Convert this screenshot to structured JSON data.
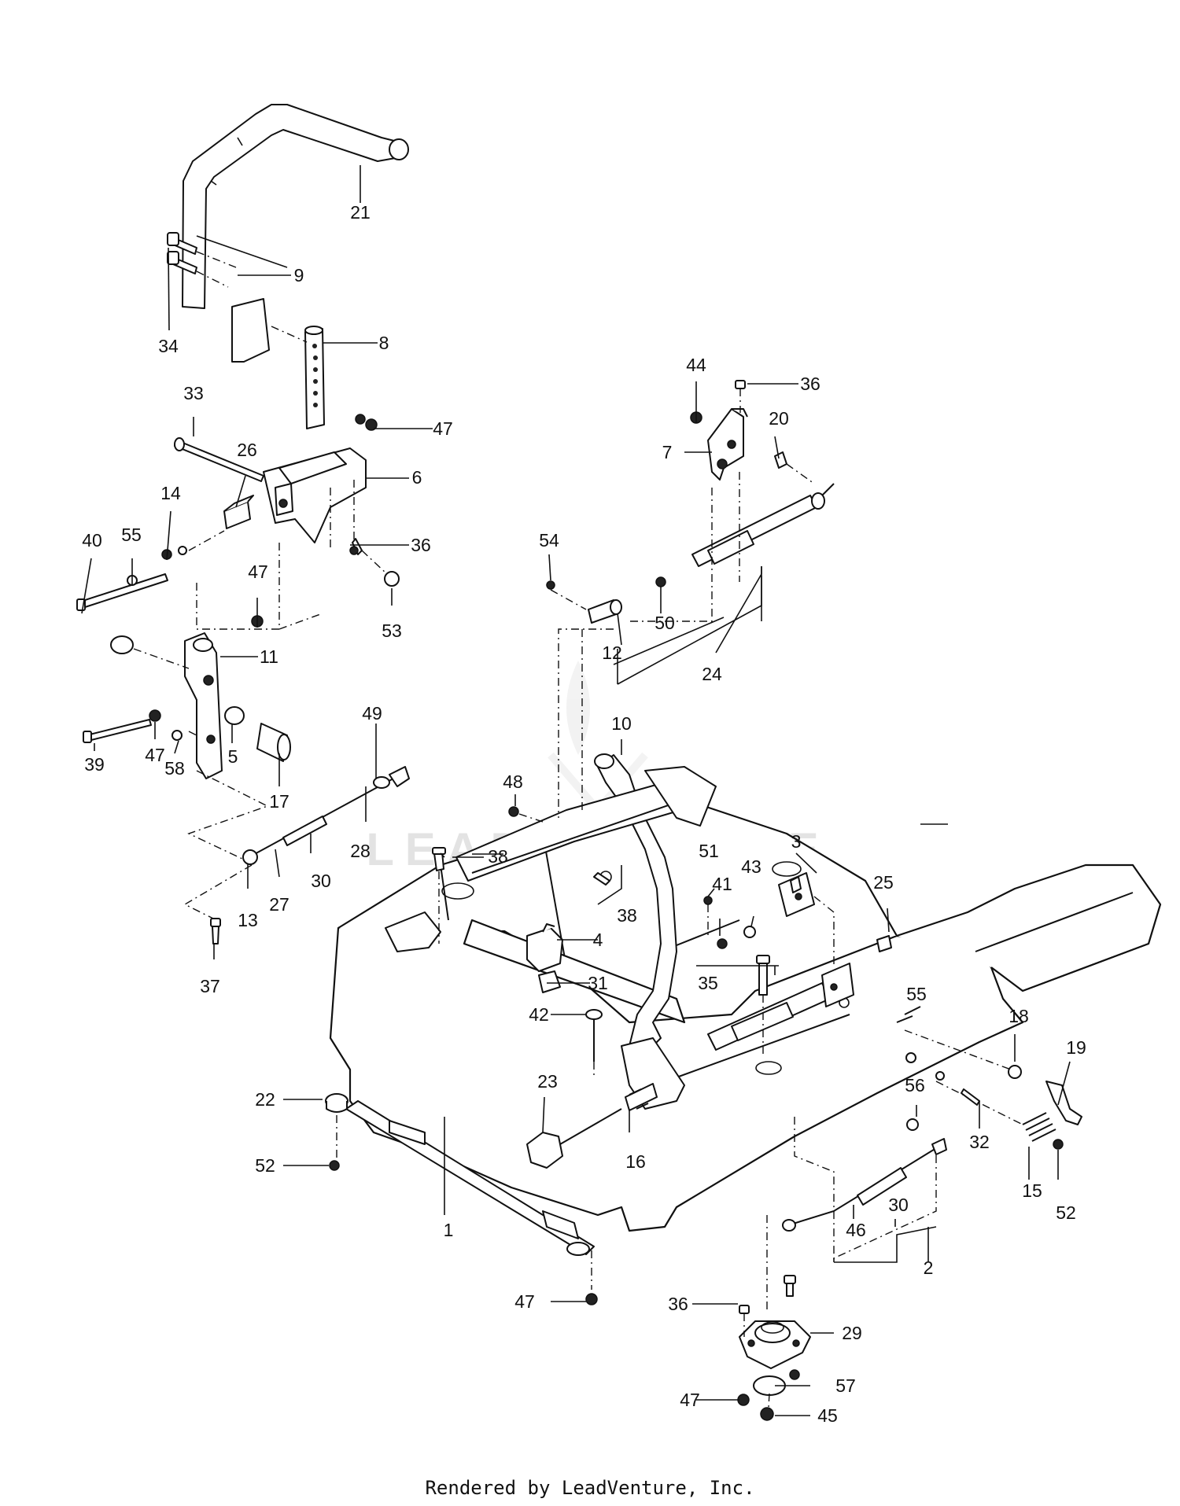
{
  "watermark": "LEADVENTURE",
  "footer": "Rendered by LeadVenture, Inc.",
  "callouts": {
    "c1": "1",
    "c2": "2",
    "c3": "3",
    "c4": "4",
    "c5": "5",
    "c6": "6",
    "c7": "7",
    "c8": "8",
    "c9": "9",
    "c10": "10",
    "c11": "11",
    "c12": "12",
    "c13": "13",
    "c14": "14",
    "c15": "15",
    "c16": "16",
    "c17": "17",
    "c18": "18",
    "c19": "19",
    "c20": "20",
    "c21": "21",
    "c22": "22",
    "c23": "23",
    "c24": "24",
    "c25": "25",
    "c26": "26",
    "c27": "27",
    "c28": "28",
    "c29": "29",
    "c30a": "30",
    "c30b": "30",
    "c31": "31",
    "c32": "32",
    "c33": "33",
    "c34": "34",
    "c35": "35",
    "c36a": "36",
    "c36b": "36",
    "c36c": "36",
    "c37": "37",
    "c38a": "38",
    "c38b": "38",
    "c39": "39",
    "c40": "40",
    "c41": "41",
    "c42": "42",
    "c43": "43",
    "c44": "44",
    "c45": "45",
    "c46": "46",
    "c47a": "47",
    "c47b": "47",
    "c47c": "47",
    "c47d": "47",
    "c47e": "47",
    "c48": "48",
    "c49": "49",
    "c50": "50",
    "c51": "51",
    "c52a": "52",
    "c52b": "52",
    "c53": "53",
    "c54": "54",
    "c55a": "55",
    "c55b": "55",
    "c56": "56",
    "c57": "57",
    "c58": "58"
  }
}
